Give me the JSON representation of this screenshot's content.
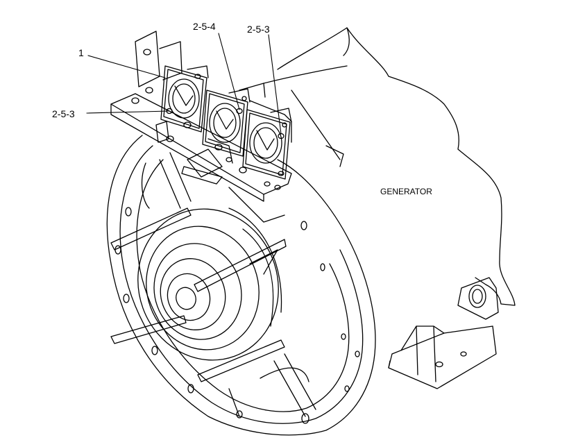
{
  "labels": {
    "item_1": "1",
    "item_2_5_3_left": "2-5-3",
    "item_2_5_4": "2-5-4",
    "item_2_5_3_top": "2-5-3",
    "generator": "GENERATOR"
  },
  "colors": {
    "line": "#000000",
    "background": "#ffffff"
  }
}
